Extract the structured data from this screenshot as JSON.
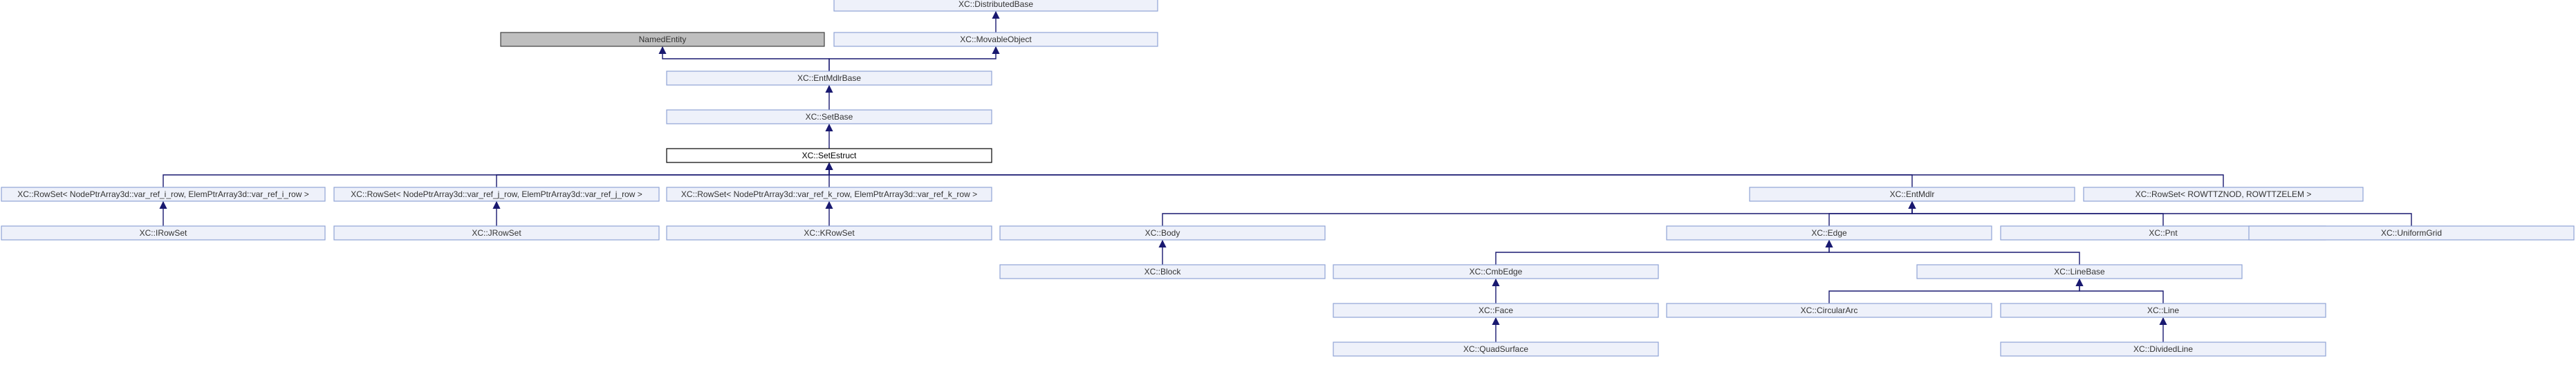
{
  "colors": {
    "edge": "#191970",
    "node_border": "#8fa4d6",
    "node_fill": "#eef1fa",
    "text": "#333333",
    "highlight_border": "#000000",
    "highlight_fill": "#ffffff",
    "external_fill": "#bfbfbf",
    "external_border": "#404040"
  },
  "nodes": [
    {
      "id": "distributed_base",
      "label": "XC::DistributedBase",
      "style": "normal"
    },
    {
      "id": "named_entity",
      "label": "NamedEntity",
      "style": "external"
    },
    {
      "id": "movable_object",
      "label": "XC::MovableObject",
      "style": "normal"
    },
    {
      "id": "entmdlr_base",
      "label": "XC::EntMdlrBase",
      "style": "normal"
    },
    {
      "id": "set_base",
      "label": "XC::SetBase",
      "style": "normal"
    },
    {
      "id": "set_estruct",
      "label": "XC::SetEstruct",
      "style": "highlight"
    },
    {
      "id": "rowset_i",
      "label": "XC::RowSet< NodePtrArray3d::var_ref_i_row, ElemPtrArray3d::var_ref_i_row >",
      "style": "normal"
    },
    {
      "id": "rowset_j",
      "label": "XC::RowSet< NodePtrArray3d::var_ref_j_row, ElemPtrArray3d::var_ref_j_row >",
      "style": "normal"
    },
    {
      "id": "rowset_k",
      "label": "XC::RowSet< NodePtrArray3d::var_ref_k_row, ElemPtrArray3d::var_ref_k_row >",
      "style": "normal"
    },
    {
      "id": "entmdlr",
      "label": "XC::EntMdlr",
      "style": "normal"
    },
    {
      "id": "rowset_ttz",
      "label": "XC::RowSet< ROWTTZNOD, ROWTTZELEM >",
      "style": "normal"
    },
    {
      "id": "irowset",
      "label": "XC::IRowSet",
      "style": "normal"
    },
    {
      "id": "jrowset",
      "label": "XC::JRowSet",
      "style": "normal"
    },
    {
      "id": "krowset",
      "label": "XC::KRowSet",
      "style": "normal"
    },
    {
      "id": "body",
      "label": "XC::Body",
      "style": "normal"
    },
    {
      "id": "edge",
      "label": "XC::Edge",
      "style": "normal"
    },
    {
      "id": "pnt",
      "label": "XC::Pnt",
      "style": "normal"
    },
    {
      "id": "uniform_grid",
      "label": "XC::UniformGrid",
      "style": "normal"
    },
    {
      "id": "block",
      "label": "XC::Block",
      "style": "normal"
    },
    {
      "id": "cmb_edge",
      "label": "XC::CmbEdge",
      "style": "normal"
    },
    {
      "id": "line_base",
      "label": "XC::LineBase",
      "style": "normal"
    },
    {
      "id": "face",
      "label": "XC::Face",
      "style": "normal"
    },
    {
      "id": "circular_arc",
      "label": "XC::CircularArc",
      "style": "normal"
    },
    {
      "id": "line",
      "label": "XC::Line",
      "style": "normal"
    },
    {
      "id": "quad_surface",
      "label": "XC::QuadSurface",
      "style": "normal"
    },
    {
      "id": "divided_line",
      "label": "XC::DividedLine",
      "style": "normal"
    }
  ],
  "edges": [
    {
      "from": "movable_object",
      "to": "distributed_base"
    },
    {
      "from": "entmdlr_base",
      "to": "named_entity"
    },
    {
      "from": "entmdlr_base",
      "to": "movable_object"
    },
    {
      "from": "set_base",
      "to": "entmdlr_base"
    },
    {
      "from": "set_estruct",
      "to": "set_base"
    },
    {
      "from": "rowset_i",
      "to": "set_estruct"
    },
    {
      "from": "rowset_j",
      "to": "set_estruct"
    },
    {
      "from": "rowset_k",
      "to": "set_estruct"
    },
    {
      "from": "entmdlr",
      "to": "set_estruct"
    },
    {
      "from": "rowset_ttz",
      "to": "set_estruct"
    },
    {
      "from": "irowset",
      "to": "rowset_i"
    },
    {
      "from": "jrowset",
      "to": "rowset_j"
    },
    {
      "from": "krowset",
      "to": "rowset_k"
    },
    {
      "from": "body",
      "to": "entmdlr"
    },
    {
      "from": "edge",
      "to": "entmdlr"
    },
    {
      "from": "pnt",
      "to": "entmdlr"
    },
    {
      "from": "uniform_grid",
      "to": "entmdlr"
    },
    {
      "from": "block",
      "to": "body"
    },
    {
      "from": "cmb_edge",
      "to": "edge"
    },
    {
      "from": "line_base",
      "to": "edge"
    },
    {
      "from": "face",
      "to": "cmb_edge"
    },
    {
      "from": "circular_arc",
      "to": "line_base"
    },
    {
      "from": "line",
      "to": "line_base"
    },
    {
      "from": "quad_surface",
      "to": "face"
    },
    {
      "from": "divided_line",
      "to": "line"
    }
  ]
}
